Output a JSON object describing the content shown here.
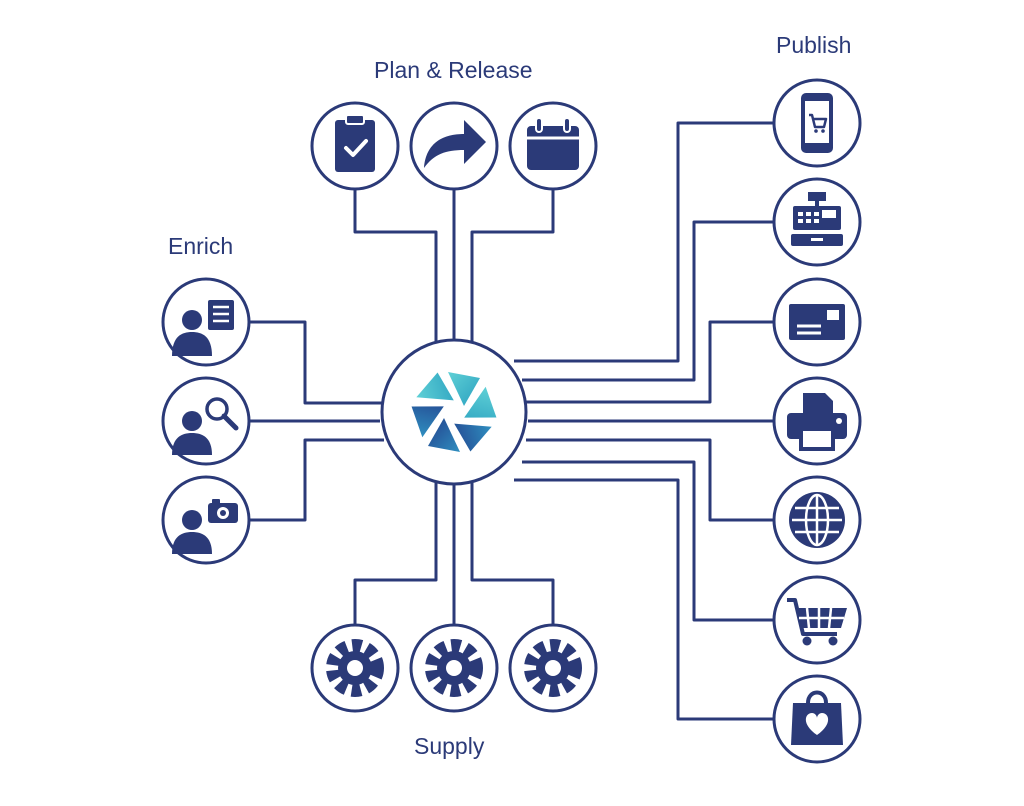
{
  "labels": {
    "plan_release": "Plan & Release",
    "publish": "Publish",
    "enrich": "Enrich",
    "supply": "Supply"
  },
  "colors": {
    "navy": "#2b3a78",
    "accent_light": "#3bb6c8",
    "accent_dark": "#24478f",
    "background": "#ffffff"
  },
  "hub": {
    "icon": "aperture-logo-icon"
  },
  "groups": {
    "plan_release": [
      "clipboard-check-icon",
      "share-arrow-icon",
      "calendar-icon"
    ],
    "publish": [
      "mobile-shop-icon",
      "cash-register-icon",
      "mail-envelope-icon",
      "printer-icon",
      "globe-icon",
      "shopping-cart-icon",
      "shopping-bag-heart-icon"
    ],
    "enrich": [
      "person-document-icon",
      "person-search-icon",
      "person-camera-icon"
    ],
    "supply": [
      "gear-icon",
      "gear-icon",
      "gear-icon"
    ]
  }
}
